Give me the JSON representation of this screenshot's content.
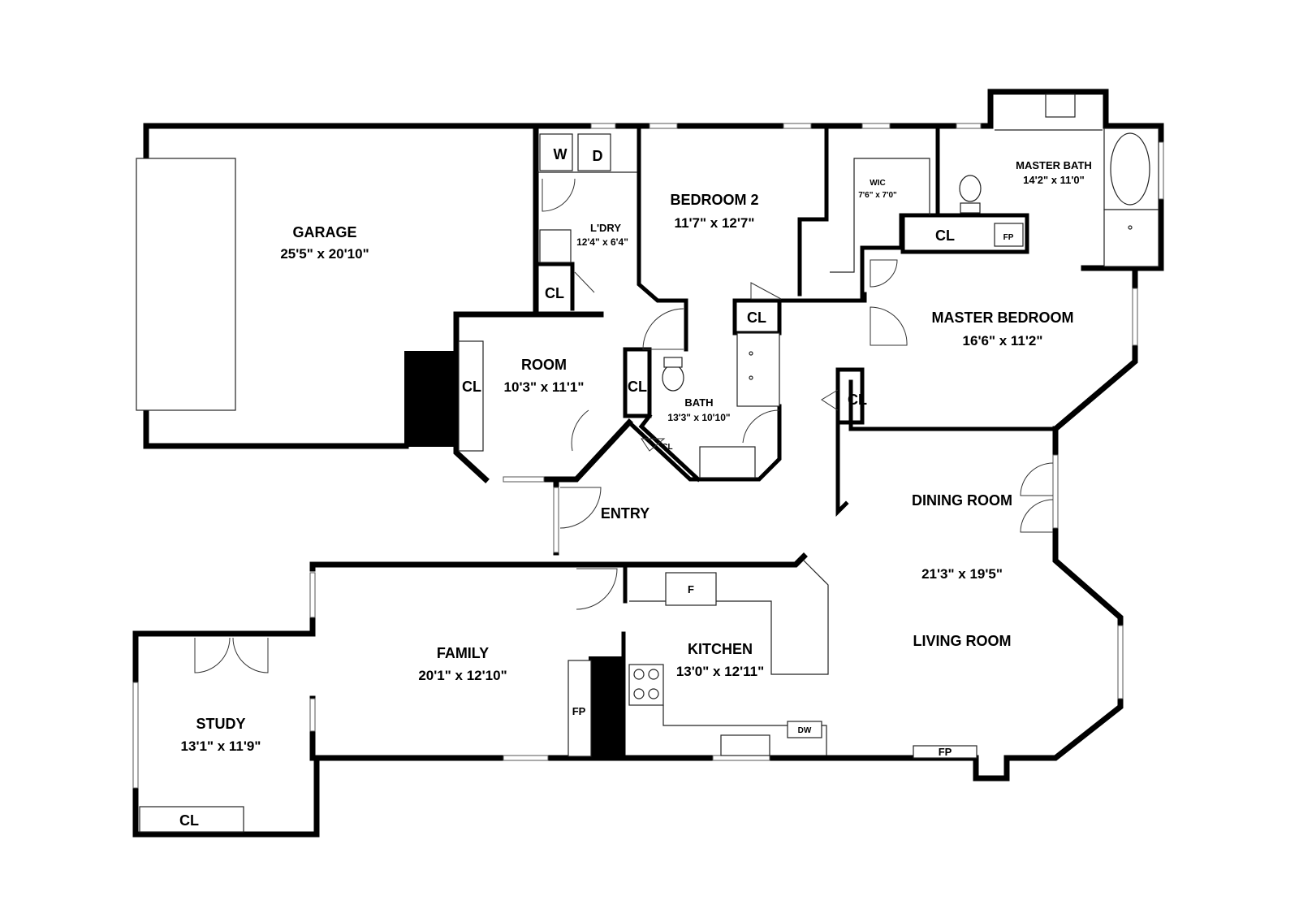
{
  "rooms": {
    "garage": {
      "name": "GARAGE",
      "dim": "25'5\" x 20'10\""
    },
    "laundry": {
      "name": "L'DRY",
      "dim": "12'4\" x 6'4\""
    },
    "bedroom2": {
      "name": "BEDROOM 2",
      "dim": "11'7\" x 12'7\""
    },
    "wic": {
      "name": "WIC",
      "dim": "7'6\" x 7'0\""
    },
    "master_bath": {
      "name": "MASTER BATH",
      "dim": "14'2\" x 11'0\""
    },
    "room": {
      "name": "ROOM",
      "dim": "10'3\" x 11'1\""
    },
    "bath": {
      "name": "BATH",
      "dim": "13'3\" x 10'10\""
    },
    "master_bedroom": {
      "name": "MASTER BEDROOM",
      "dim": "16'6\" x 11'2\""
    },
    "entry": {
      "name": "ENTRY"
    },
    "dining_living": {
      "name_top": "DINING ROOM",
      "dim": "21'3\" x 19'5\"",
      "name_bottom": "LIVING ROOM"
    },
    "family": {
      "name": "FAMILY",
      "dim": "20'1\" x 12'10\""
    },
    "kitchen": {
      "name": "KITCHEN",
      "dim": "13'0\" x 12'11\""
    },
    "study": {
      "name": "STUDY",
      "dim": "13'1\" x 11'9\""
    }
  },
  "fixtures": {
    "washer": "W",
    "dryer": "D",
    "closet": "CL",
    "fireplace": "FP",
    "fridge": "F",
    "dishwasher": "DW"
  }
}
